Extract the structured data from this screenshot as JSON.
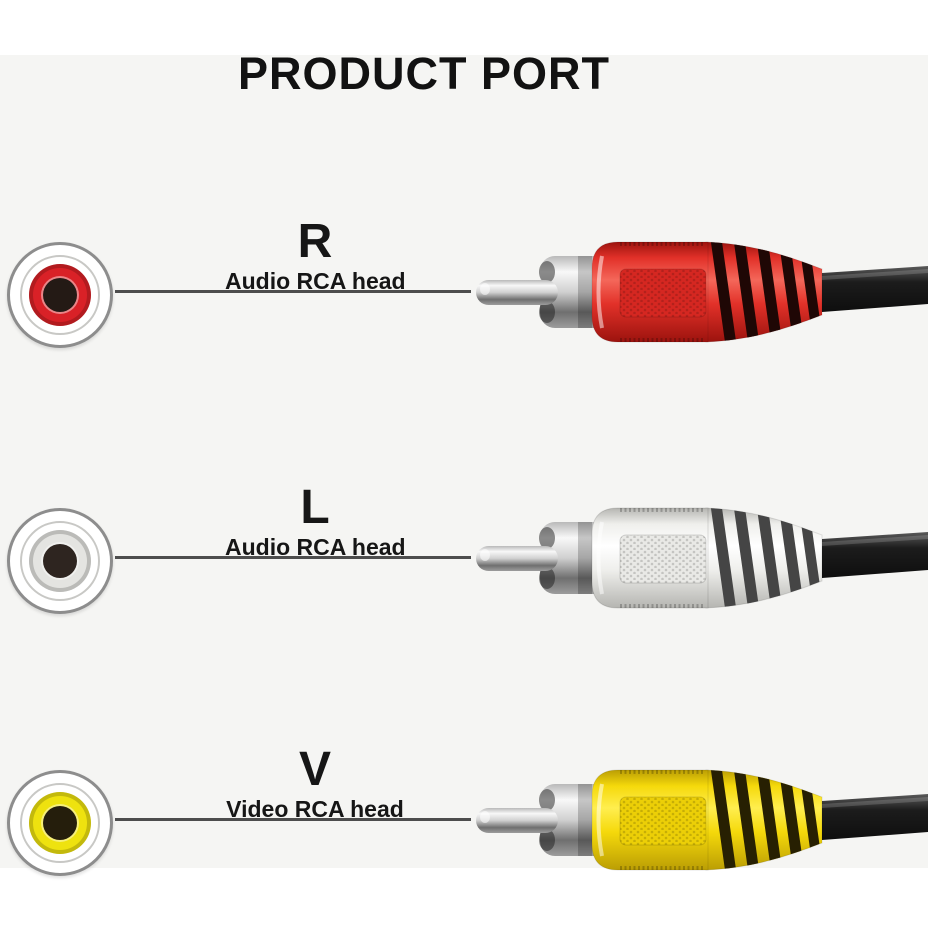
{
  "page": {
    "title": "PRODUCT PORT",
    "colors": {
      "background": "#ffffff",
      "panel": "#f5f5f3",
      "title_text": "#121212",
      "label_text": "#161616",
      "wire": "#4d4d4d",
      "cable": "#1c1c1c",
      "port_ring": "#8d8d8d"
    }
  },
  "connectors": [
    {
      "letter": "R",
      "description": "Audio RCA head",
      "port": {
        "disc": "#d92127",
        "center": "#241a15"
      },
      "plug": {
        "main": "#e23129",
        "dark": "#9c130e",
        "light": "#f4675a",
        "pad": "#d52721",
        "rib": "#1f0705"
      }
    },
    {
      "letter": "L",
      "description": "Audio RCA head",
      "port": {
        "disc": "#e4e4e1",
        "center": "#2e2520"
      },
      "plug": {
        "main": "#efefec",
        "dark": "#b5b5b1",
        "light": "#ffffff",
        "pad": "#e9e9e6",
        "rib": "#454545"
      }
    },
    {
      "letter": "V",
      "description": "Video RCA head",
      "port": {
        "disc": "#eee20f",
        "center": "#251e0c"
      },
      "plug": {
        "main": "#f5d90b",
        "dark": "#bb9e04",
        "light": "#ffee4f",
        "pad": "#eccf07",
        "rib": "#272002"
      }
    }
  ]
}
